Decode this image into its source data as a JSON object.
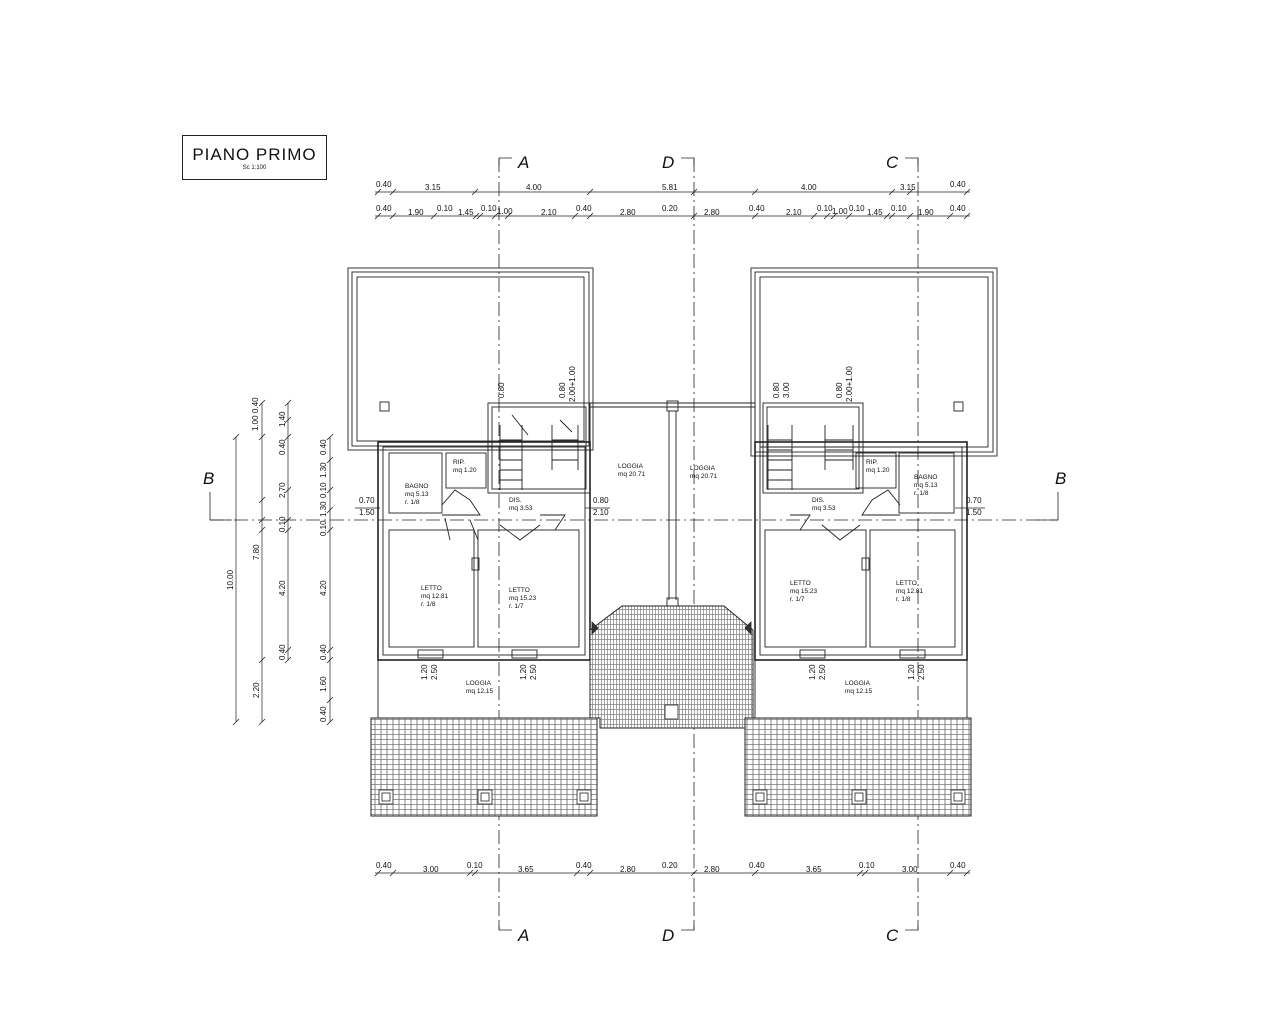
{
  "title": {
    "main": "PIANO PRIMO",
    "scale": "Sc 1:100"
  },
  "sections": {
    "a": "A",
    "b": "B",
    "c": "C",
    "d": "D"
  },
  "dims_top1": [
    "0.40",
    "3.15",
    "4.00",
    "5.81",
    "4.00",
    "3.15",
    "0.40"
  ],
  "dims_top2": [
    "0.40",
    "1.90",
    "0.10",
    "1.45",
    "0.10",
    "1.00",
    "2.10",
    "0.40",
    "2.80",
    "0.20",
    "2.80",
    "0.40",
    "2.10",
    "0.10",
    "1.00",
    "0.10",
    "1.45",
    "0.10",
    "1.90",
    "0.40"
  ],
  "dims_bottom": [
    "0.40",
    "3.00",
    "0.10",
    "3.65",
    "0.40",
    "2.80",
    "0.20",
    "2.80",
    "0.40",
    "3.65",
    "0.10",
    "3.00",
    "0.40"
  ],
  "dims_left_outer": [
    "10.00"
  ],
  "dims_left_mid": [
    "7.80",
    "2.20"
  ],
  "dims_left_inner": [
    "0.40",
    "1.00",
    "2.70",
    "0.10",
    "4.20",
    "0.40"
  ],
  "dims_left_inner2": [
    "0.40",
    "1.30",
    "0.10",
    "1.30",
    "0.10",
    "4.20",
    "0.40",
    "1.60",
    "0.40"
  ],
  "dims_left_stack": [
    "1.40",
    "0.40"
  ],
  "dims_side": {
    "l1": "0.70",
    "l2": "1.50",
    "m1": "0.80",
    "m2": "2.10",
    "r1": "0.70",
    "r2": "1.50"
  },
  "dims_stair_left": [
    "0.80",
    "0.80",
    "2.00+1.00"
  ],
  "dims_stair_right": [
    "0.80",
    "3.00",
    "0.80",
    "2.00+1.00"
  ],
  "dims_windows": [
    "1.20",
    "2.50",
    "1.20",
    "2.50"
  ],
  "rooms_left": {
    "bagno": "BAGNO",
    "bagno_mq": "mq 5.13",
    "bagno_x": "r. 1/8",
    "rip": "RIP.",
    "rip_mq": "mq 1.20",
    "dis": "DIS.",
    "dis_mq": "mq 3.53",
    "letto1": "LETTO",
    "letto1_mq": "mq 12.81",
    "letto1_x": "r. 1/8",
    "letto2": "LETTO",
    "letto2_mq": "mq 15.23",
    "letto2_x": "r. 1/7",
    "loggia": "LOGGIA",
    "loggia_mq": "mq 12.15"
  },
  "rooms_right": {
    "bagno": "BAGNO",
    "bagno_mq": "mq 5.13",
    "bagno_x": "r. 1/8",
    "rip": "RIP.",
    "rip_mq": "mq 1.20",
    "dis": "DIS.",
    "dis_mq": "mq 3.53",
    "letto1": "LETTO",
    "letto1_mq": "mq 15.23",
    "letto1_x": "r. 1/7",
    "letto2": "LETTO",
    "letto2_mq": "mq 12.81",
    "letto2_x": "r. 1/8",
    "loggia": "LOGGIA",
    "loggia_mq": "mq 12.15"
  },
  "loggia_center": {
    "left": "LOGGIA",
    "left_mq": "mq 20.71",
    "right": "LOGGIA",
    "right_mq": "mq 20.71"
  }
}
